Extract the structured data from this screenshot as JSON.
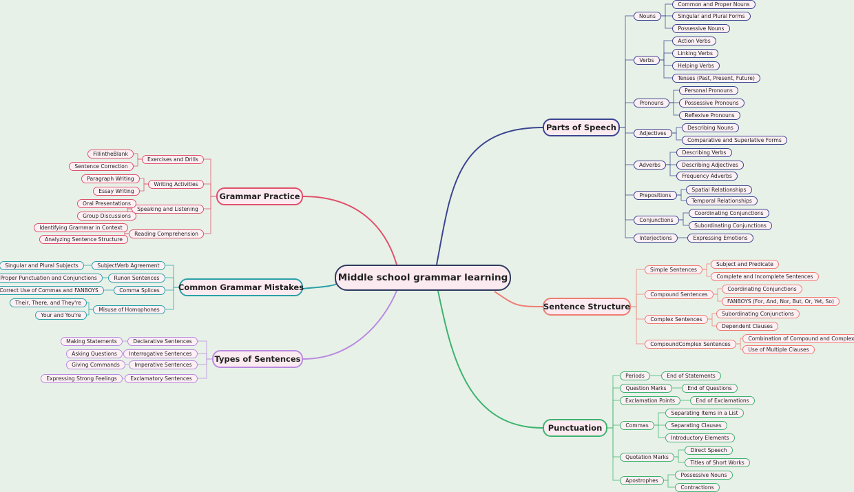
{
  "root": {
    "label": "Middle school grammar learning",
    "color": "#2e3a5e"
  },
  "branches": [
    {
      "id": "pos",
      "label": "Parts of Speech",
      "color": "#3a4590",
      "side": "right",
      "children": [
        {
          "label": "Nouns",
          "children": [
            "Common and Proper Nouns",
            "Singular and Plural Forms",
            "Possessive Nouns"
          ]
        },
        {
          "label": "Verbs",
          "children": [
            "Action Verbs",
            "Linking Verbs",
            "Helping Verbs",
            "Tenses (Past, Present, Future)"
          ]
        },
        {
          "label": "Pronouns",
          "children": [
            "Personal Pronouns",
            "Possessive Pronouns",
            "Reflexive Pronouns"
          ]
        },
        {
          "label": "Adjectives",
          "children": [
            "Describing Nouns",
            "Comparative and Superlative Forms"
          ]
        },
        {
          "label": "Adverbs",
          "children": [
            "Describing Verbs",
            "Describing Adjectives",
            "Frequency Adverbs"
          ]
        },
        {
          "label": "Prepositions",
          "children": [
            "Spatial Relationships",
            "Temporal Relationships"
          ]
        },
        {
          "label": "Conjunctions",
          "children": [
            "Coordinating Conjunctions",
            "Subordinating Conjunctions"
          ]
        },
        {
          "label": "Interjections",
          "children": [
            "Expressing Emotions"
          ]
        }
      ]
    },
    {
      "id": "ss",
      "label": "Sentence Structure",
      "color": "#f07c72",
      "side": "right",
      "children": [
        {
          "label": "Simple Sentences",
          "children": [
            "Subject and Predicate",
            "Complete and Incomplete Sentences"
          ]
        },
        {
          "label": "Compound Sentences",
          "children": [
            "Coordinating Conjunctions",
            "FANBOYS (For, And, Nor, But, Or, Yet, So)"
          ]
        },
        {
          "label": "Complex Sentences",
          "children": [
            "Subordinating Conjunctions",
            "Dependent Clauses"
          ]
        },
        {
          "label": "CompoundComplex Sentences",
          "children": [
            "Combination of Compound and Complex",
            "Use of Multiple Clauses"
          ]
        }
      ]
    },
    {
      "id": "pun",
      "label": "Punctuation",
      "color": "#3db36e",
      "side": "right",
      "children": [
        {
          "label": "Periods",
          "children": [
            "End of Statements"
          ]
        },
        {
          "label": "Question Marks",
          "children": [
            "End of Questions"
          ]
        },
        {
          "label": "Exclamation Points",
          "children": [
            "End of Exclamations"
          ]
        },
        {
          "label": "Commas",
          "children": [
            "Separating Items in a List",
            "Separating Clauses",
            "Introductory Elements"
          ]
        },
        {
          "label": "Quotation Marks",
          "children": [
            "Direct Speech",
            "Titles of Short Works"
          ]
        },
        {
          "label": "Apostrophes",
          "children": [
            "Possessive Nouns",
            "Contractions"
          ]
        }
      ]
    },
    {
      "id": "gp",
      "label": "Grammar Practice",
      "color": "#e0506a",
      "side": "left",
      "children": [
        {
          "label": "Exercises and Drills",
          "children": [
            "FillintheBlank",
            "Sentence Correction"
          ]
        },
        {
          "label": "Writing Activities",
          "children": [
            "Paragraph Writing",
            "Essay Writing"
          ]
        },
        {
          "label": "Speaking and Listening",
          "children": [
            "Oral Presentations",
            "Group Discussions"
          ]
        },
        {
          "label": "Reading Comprehension",
          "children": [
            "Identifying Grammar in Context",
            "Analyzing Sentence Structure"
          ]
        }
      ]
    },
    {
      "id": "cgm",
      "label": "Common Grammar Mistakes",
      "color": "#2aa0a8",
      "side": "left",
      "children": [
        {
          "label": "SubjectVerb Agreement",
          "children": [
            "Singular and Plural Subjects"
          ]
        },
        {
          "label": "Runon Sentences",
          "children": [
            "Proper Punctuation and Conjunctions"
          ]
        },
        {
          "label": "Comma Splices",
          "children": [
            "Correct Use of Commas and FANBOYS"
          ]
        },
        {
          "label": "Misuse of Homophones",
          "children": [
            "Their, There, and They're",
            "Your and You're"
          ]
        }
      ]
    },
    {
      "id": "tos",
      "label": "Types of Sentences",
      "color": "#b98ae0",
      "side": "left",
      "children": [
        {
          "label": "Declarative Sentences",
          "children": [
            "Making Statements"
          ]
        },
        {
          "label": "Interrogative Sentences",
          "children": [
            "Asking Questions"
          ]
        },
        {
          "label": "Imperative Sentences",
          "children": [
            "Giving Commands"
          ]
        },
        {
          "label": "Exclamatory Sentences",
          "children": [
            "Expressing Strong Feelings"
          ]
        }
      ]
    }
  ]
}
